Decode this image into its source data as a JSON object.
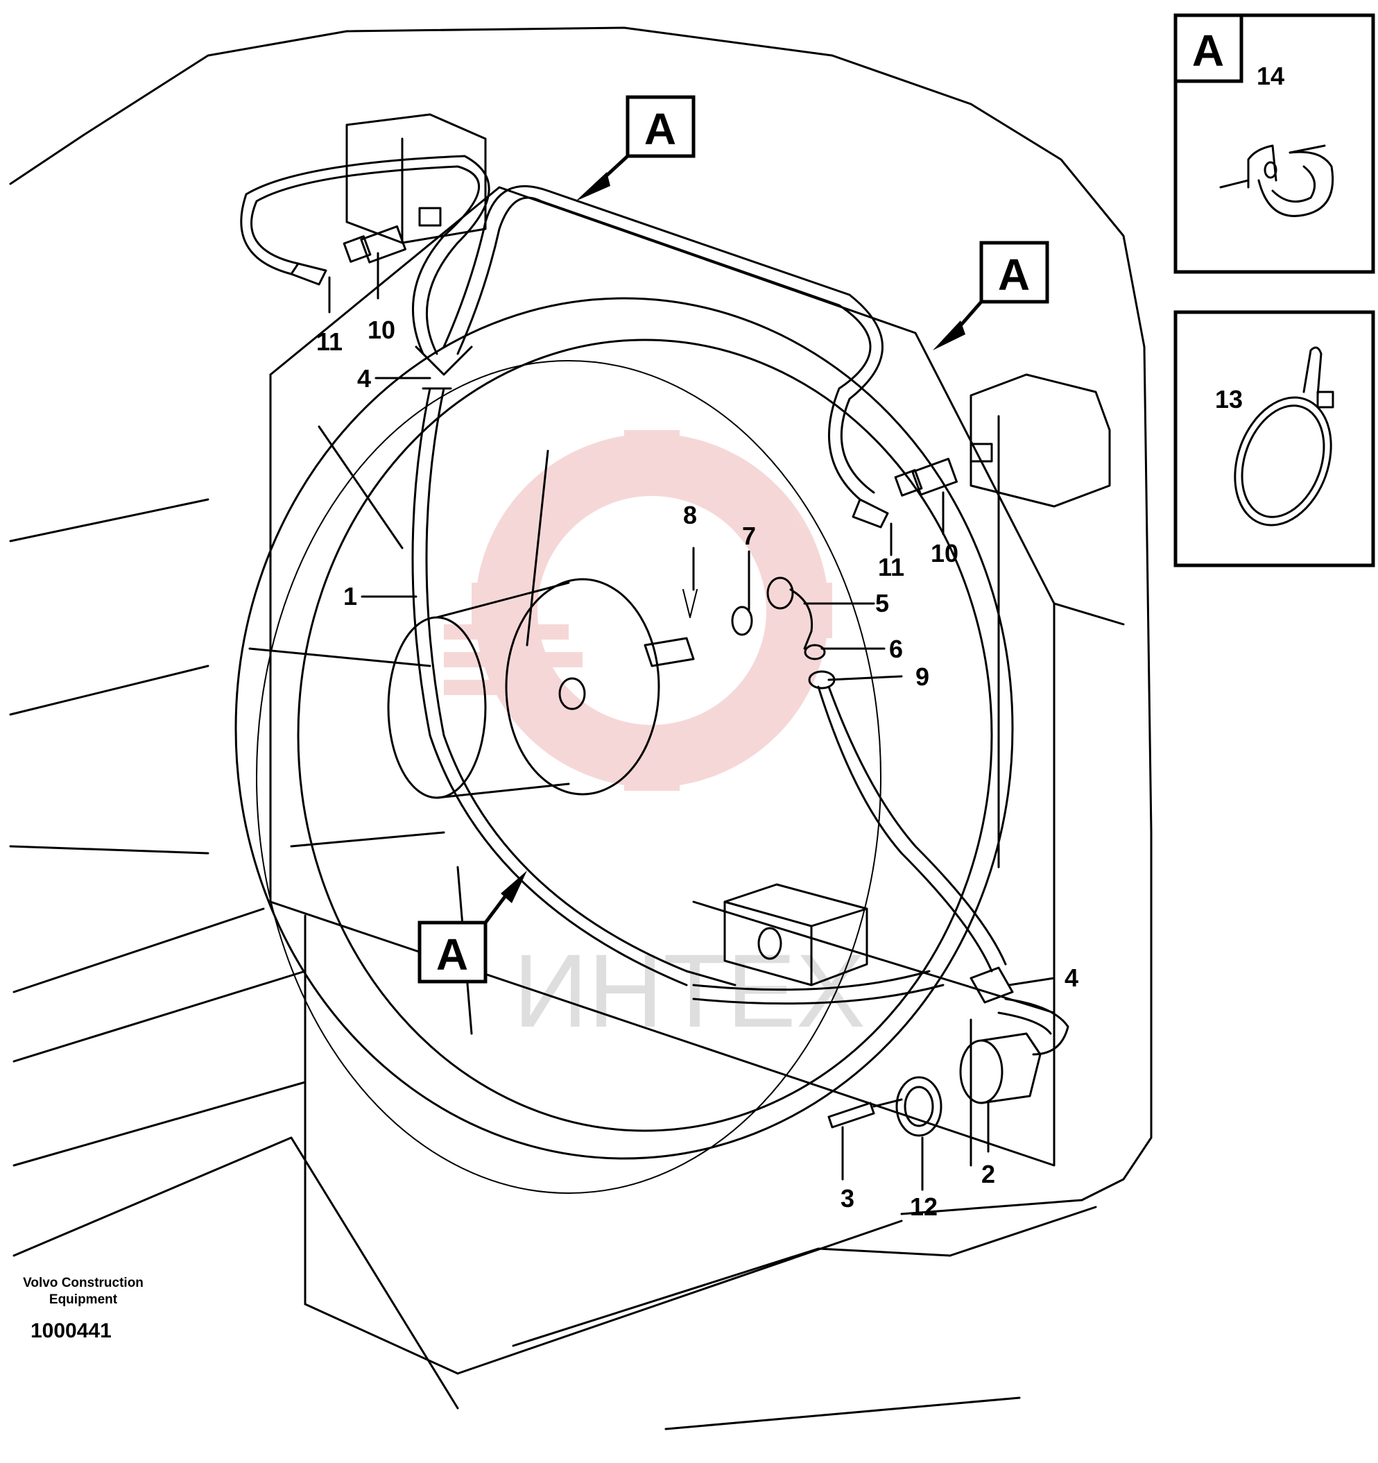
{
  "detail_letter": "A",
  "callouts": {
    "n1": "1",
    "n2": "2",
    "n3": "3",
    "n4a": "4",
    "n4b": "4",
    "n5": "5",
    "n6": "6",
    "n7": "7",
    "n8": "8",
    "n9": "9",
    "n10a": "10",
    "n10b": "10",
    "n11a": "11",
    "n11b": "11",
    "n12": "12",
    "n13": "13",
    "n14": "14"
  },
  "watermark_text": "ИНТЕХ",
  "colors": {
    "line": "#000000",
    "watermark": "#f2c4c4",
    "watermark_text": "#d8d8d8"
  },
  "footer": {
    "company": "Volvo Construction Equipment",
    "code": "1000441"
  }
}
